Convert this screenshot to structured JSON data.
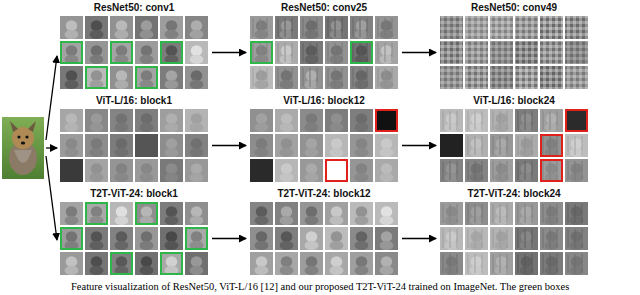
{
  "diagram": {
    "caption": "Feature visualization of ResNet50, ViT-L/16 [12] and our proposed T2T-ViT-24 trained on ImageNet. The green boxes",
    "nodes": [
      {
        "text": [
          "ResNet50: conv1"
        ]
      },
      {
        "text": [
          "ResNet50: conv25"
        ]
      },
      {
        "text": [
          "ResNet50: conv49"
        ]
      },
      {
        "text": [
          "ViT-L/16: block1"
        ]
      },
      {
        "text": [
          "ViT-L/16: block12"
        ]
      },
      {
        "text": [
          "ViT-L/16: block24"
        ]
      },
      {
        "text": [
          "T2T-ViT-24: block1"
        ]
      },
      {
        "text": [
          "T2T-ViT-24: block12"
        ]
      },
      {
        "text": [
          "T2T-ViT-24: block24"
        ]
      }
    ],
    "edges": [
      {
        "from": 0,
        "to": 1,
        "arrow": "to"
      },
      {
        "from": 1,
        "to": 2,
        "arrow": "to"
      },
      {
        "from": 3,
        "to": 4,
        "arrow": "to"
      },
      {
        "from": 4,
        "to": 5,
        "arrow": "to"
      },
      {
        "from": 6,
        "to": 7,
        "arrow": "to"
      },
      {
        "from": 7,
        "to": 8,
        "arrow": "to"
      }
    ]
  }
}
